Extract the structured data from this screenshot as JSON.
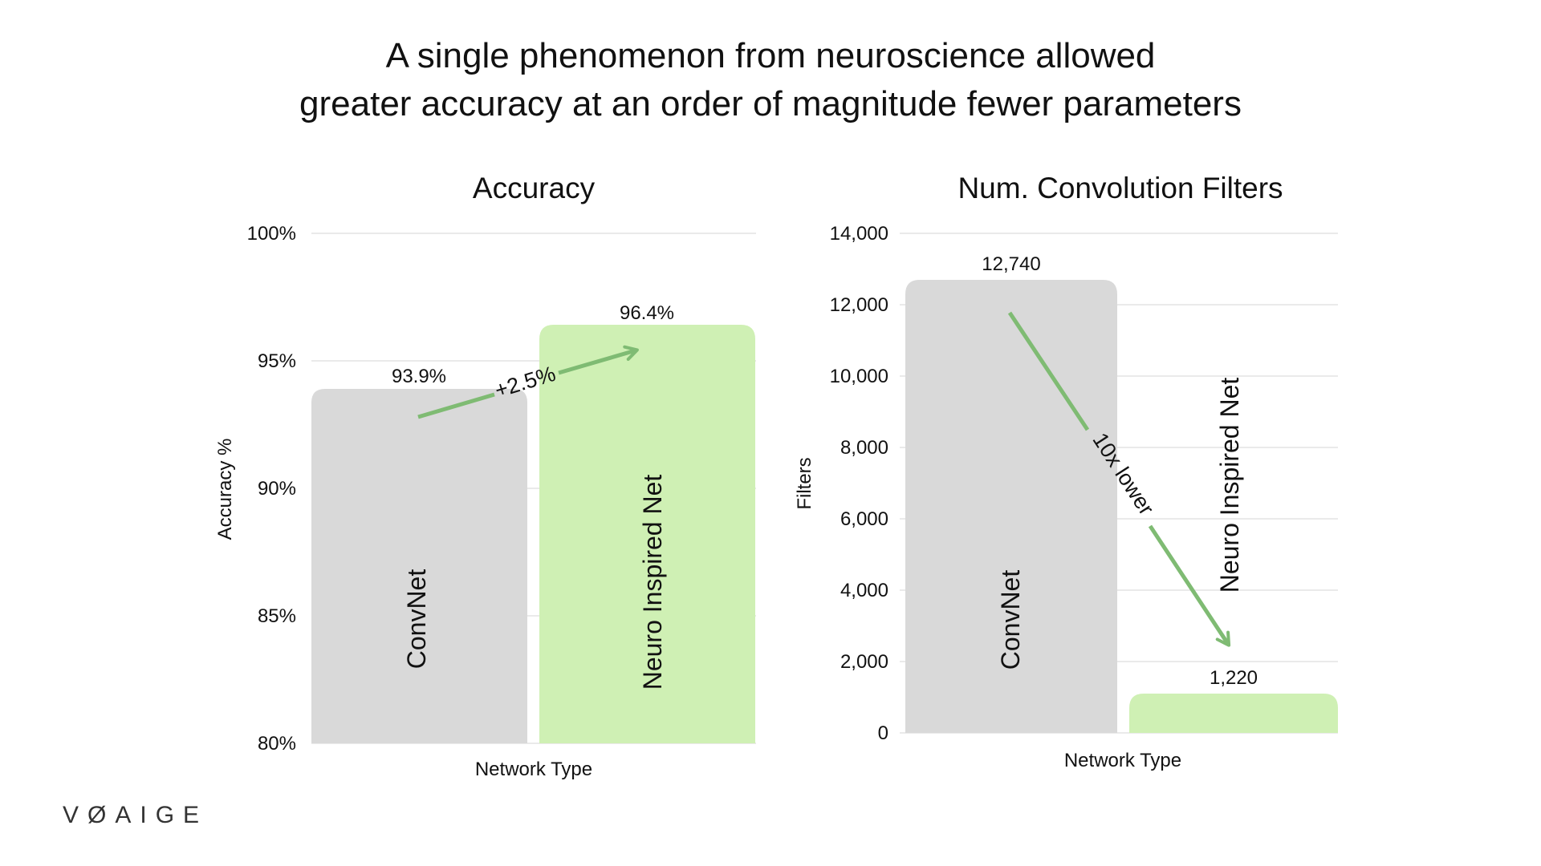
{
  "title": {
    "line1": "A single phenomenon from neuroscience allowed",
    "line2": "greater accuracy at an order of magnitude fewer parameters"
  },
  "colors": {
    "convnet_bar": "#d9d9d9",
    "neuro_bar": "#cff0b4",
    "arrow": "#7fbb73",
    "grid": "#e3e3e3",
    "text": "#111111"
  },
  "logo": {
    "text": "VØAIGE"
  },
  "chart_data": [
    {
      "type": "bar",
      "title": "Accuracy",
      "xlabel": "Network Type",
      "ylabel": "Accuracy %",
      "categories": [
        "ConvNet",
        "Neuro Inspired Net"
      ],
      "values": [
        93.9,
        96.4
      ],
      "value_labels": [
        "93.9%",
        "96.4%"
      ],
      "ylim": [
        80,
        100
      ],
      "yticks": [
        80,
        85,
        90,
        95,
        100
      ],
      "ytick_labels": [
        "80%",
        "85%",
        "90%",
        "95%",
        "100%"
      ],
      "grid": true,
      "legend": "none",
      "annotation": {
        "text": "+2.5%",
        "kind": "arrow",
        "from": "ConvNet",
        "to": "Neuro Inspired Net"
      }
    },
    {
      "type": "bar",
      "title": "Num. Convolution Filters",
      "xlabel": "Network Type",
      "ylabel": "Filters",
      "categories": [
        "ConvNet",
        "Neuro Inspired Net"
      ],
      "values": [
        12740,
        1220
      ],
      "value_labels": [
        "12,740",
        "1,220"
      ],
      "ylim": [
        0,
        14000
      ],
      "yticks": [
        0,
        2000,
        4000,
        6000,
        8000,
        10000,
        12000,
        14000
      ],
      "ytick_labels": [
        "0",
        "2,000",
        "4,000",
        "6,000",
        "8,000",
        "10,000",
        "12,000",
        "14,000"
      ],
      "grid": true,
      "legend": "none",
      "annotation": {
        "text": "10x lower",
        "kind": "arrow",
        "from": "ConvNet",
        "to": "Neuro Inspired Net"
      }
    }
  ]
}
